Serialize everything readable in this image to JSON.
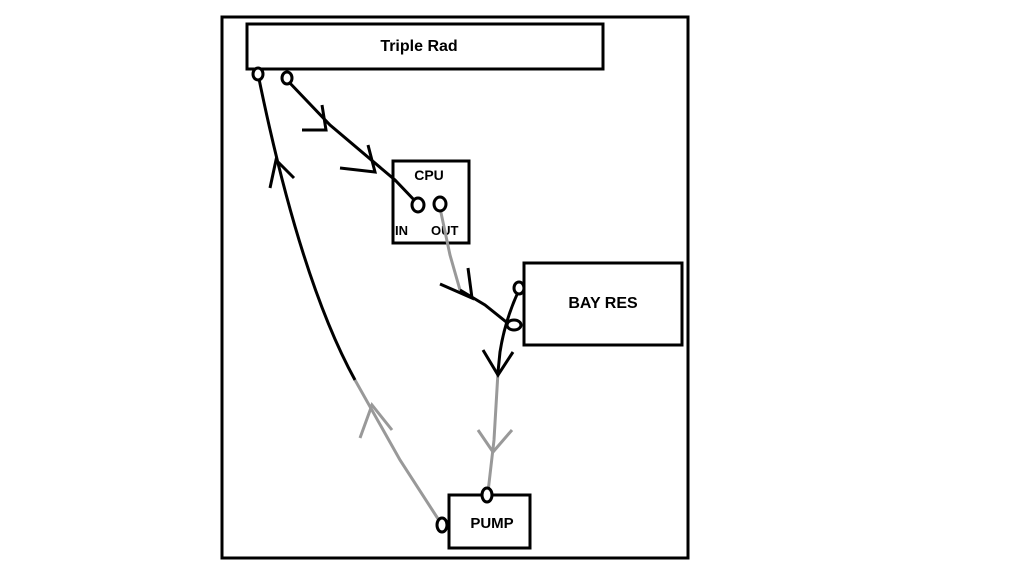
{
  "labels": {
    "radiator": "Triple Rad",
    "cpu": "CPU",
    "cpu_in": "IN",
    "cpu_out": "OUT",
    "reservoir": "BAY RES",
    "pump": "PUMP"
  },
  "colors": {
    "line": "#000000",
    "return_line": "#999999",
    "background": "#ffffff"
  }
}
